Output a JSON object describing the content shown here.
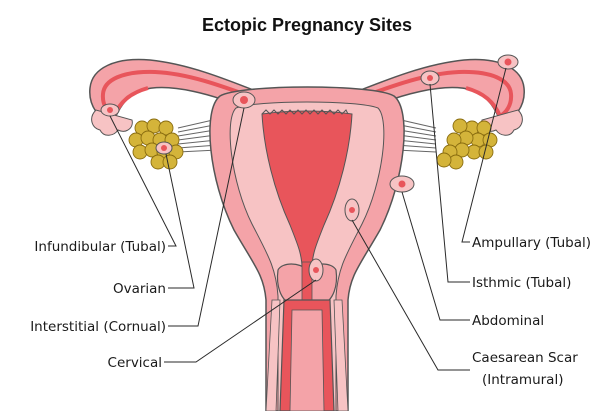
{
  "title": "Ectopic Pregnancy Sites",
  "labels": {
    "infundibular": "Infundibular (Tubal)",
    "ovarian": "Ovarian",
    "interstitial": "Interstitial (Cornual)",
    "cervical": "Cervical",
    "ampullary": "Ampullary (Tubal)",
    "isthmic": "Isthmic (Tubal)",
    "abdominal": "Abdominal",
    "caesarean_line1": "Caesarean Scar",
    "caesarean_line2": "(Intramural)"
  },
  "colors": {
    "uterus_outer": "#f4a3a8",
    "uterus_mid": "#f7c3c4",
    "endometrium": "#e8555b",
    "ovary": "#d4b43a",
    "outline": "#555555"
  }
}
